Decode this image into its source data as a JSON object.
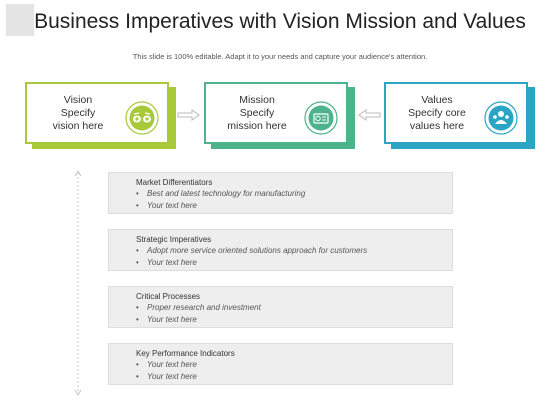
{
  "title": "Business Imperatives with Vision Mission and Values",
  "subtitle": "This slide is 100% editable. Adapt it to your needs and capture your audience's attention.",
  "cards": [
    {
      "heading": "Vision",
      "line1": "Specify",
      "line2": "vision here",
      "icon": "eye-icon",
      "color": "#a8c93a"
    },
    {
      "heading": "Mission",
      "line1": "Specify",
      "line2": "mission here",
      "icon": "target-icon",
      "color": "#4cb38a"
    },
    {
      "heading": "Values",
      "line1": "Specify core",
      "line2": "values here",
      "icon": "team-icon",
      "color": "#2aa6c4"
    }
  ],
  "sections": [
    {
      "title": "Market Differentiators",
      "bullets": [
        "Best and latest technology for manufacturing",
        "Your text here"
      ]
    },
    {
      "title": "Strategic Imperatives",
      "bullets": [
        "Adopt more service oriented solutions approach for customers",
        "Your text here"
      ]
    },
    {
      "title": "Critical Processes",
      "bullets": [
        "Proper research  and investment",
        "Your text here"
      ]
    },
    {
      "title": "Key Performance Indicators",
      "bullets": [
        "Your text here",
        "Your text here"
      ]
    }
  ]
}
